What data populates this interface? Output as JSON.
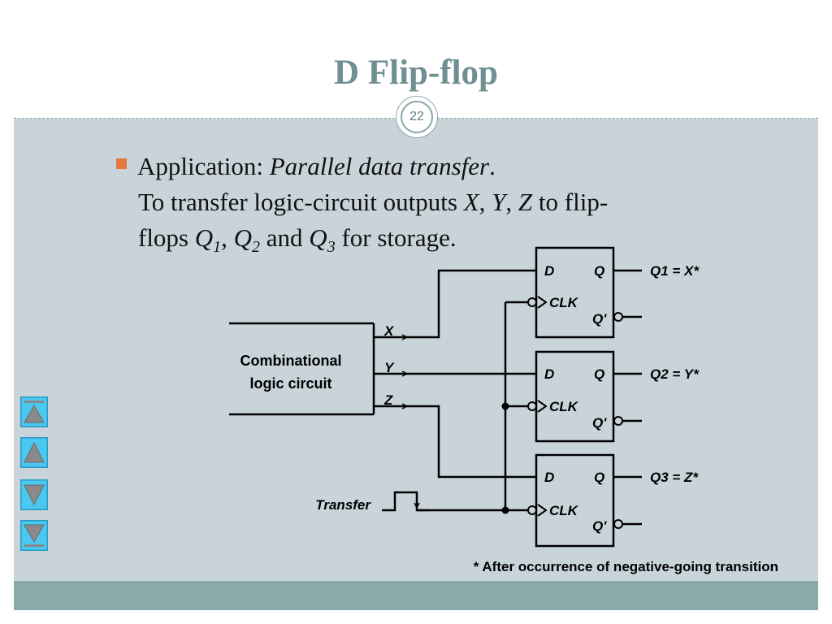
{
  "slide": {
    "title": "D Flip-flop",
    "page_number": "22",
    "bullet": {
      "prefix": "Application: ",
      "emphasis": "Parallel data transfer",
      "suffix": ".",
      "line2_prefix": "To transfer logic-circuit outputs ",
      "vars_x": "X",
      "vars_y": "Y",
      "vars_z": "Z",
      "line2_suffix": " to flip-",
      "line3_prefix": "flops ",
      "q": "Q",
      "q_sub1": "1",
      "q_sub2": "2",
      "q_sub3": "3",
      "sep1": ", ",
      "and": " and ",
      "line3_suffix": " for storage."
    }
  },
  "diagram": {
    "comb_line1": "Combinational",
    "comb_line2": "logic circuit",
    "out_x": "X",
    "out_y": "Y",
    "out_z": "Z",
    "ff_d": "D",
    "ff_q": "Q",
    "ff_clk": "CLK",
    "ff_qbar": "Q'",
    "q1_label": "Q1 = X*",
    "q2_label": "Q2 = Y*",
    "q3_label": "Q3 = Z*",
    "transfer": "Transfer",
    "note": "* After occurrence of negative-going transition"
  },
  "nav": {
    "first_icon": "first-page-icon",
    "prev_icon": "previous-page-icon",
    "next_icon": "next-page-icon",
    "last_icon": "last-page-icon"
  },
  "colors": {
    "title": "#6f8f92",
    "slide_bg": "#c9d4da",
    "footer": "#8aa9aa",
    "bullet": "#e2783d",
    "nav": "#49c5ee"
  }
}
